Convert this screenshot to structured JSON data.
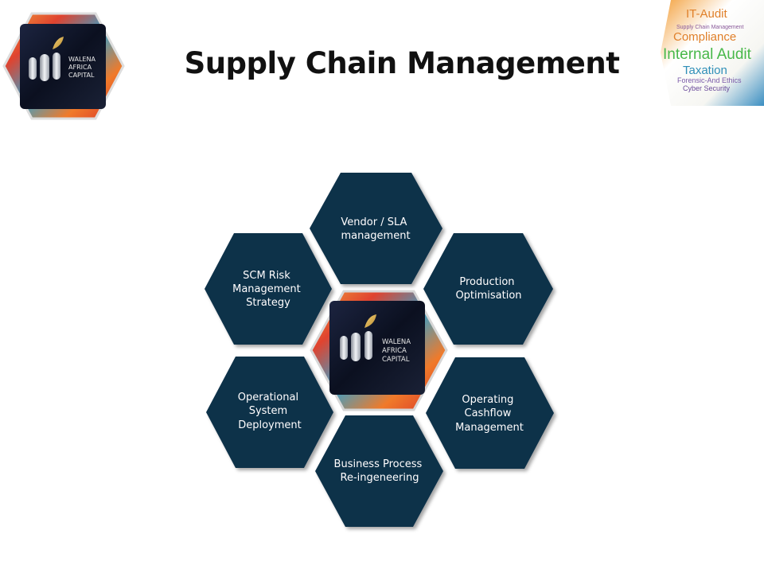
{
  "title": "Supply Chain Management",
  "logo": {
    "line1": "WALENA",
    "line2": "AFRICA",
    "line3": "CAPITAL"
  },
  "hexagons": [
    {
      "id": "vendor",
      "lines": [
        "Vendor / SLA",
        "management"
      ]
    },
    {
      "id": "production",
      "lines": [
        "Production",
        "Optimisation"
      ]
    },
    {
      "id": "cashflow",
      "lines": [
        "Operating",
        "Cashflow",
        "Management"
      ]
    },
    {
      "id": "bpr",
      "lines": [
        "Business Process",
        "Re-ingeneering"
      ]
    },
    {
      "id": "ops-system",
      "lines": [
        "Operational",
        "System",
        "Deployment"
      ]
    },
    {
      "id": "scm-risk",
      "lines": [
        "SCM Risk",
        "Management",
        "Strategy"
      ]
    }
  ],
  "word_cloud": {
    "words": [
      "IT-Audit",
      "Supply Chain Management",
      "Compliance",
      "Internal Audit",
      "Taxation",
      "Forensic-And Ethics",
      "Cyber Security"
    ]
  },
  "colors": {
    "hex_fill": "#11304a",
    "hex_shadow": "#0a1e2e",
    "logo_bg": "#0d1322"
  }
}
